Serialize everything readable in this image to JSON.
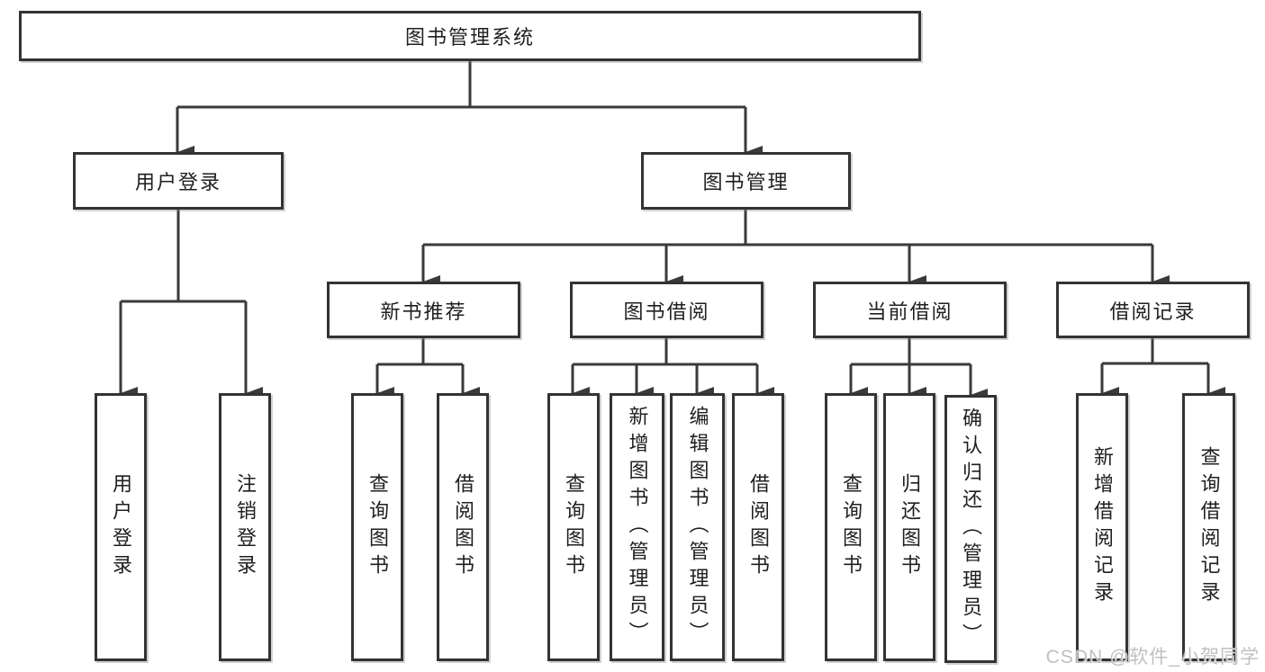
{
  "diagram": {
    "title": "图书管理系统",
    "type": "hierarchy-tree",
    "colors": {
      "line": "#3a3a3a",
      "box_border": "#333333",
      "box_fill": "#ffffff",
      "text": "#1f1f1f",
      "watermark": "#b9b9b9",
      "background": "#ffffff"
    }
  },
  "nodes": [
    {
      "id": "root",
      "label": "图书管理系统",
      "level": 1
    },
    {
      "id": "user-login",
      "label": "用户登录",
      "level": 2,
      "parent": "root"
    },
    {
      "id": "book-management",
      "label": "图书管理",
      "level": 2,
      "parent": "root"
    },
    {
      "id": "new-book-recommend",
      "label": "新书推荐",
      "level": 3,
      "parent": "book-management"
    },
    {
      "id": "book-borrow",
      "label": "图书借阅",
      "level": 3,
      "parent": "book-management"
    },
    {
      "id": "current-borrow",
      "label": "当前借阅",
      "level": 3,
      "parent": "book-management"
    },
    {
      "id": "borrow-record",
      "label": "借阅记录",
      "level": 3,
      "parent": "book-management"
    },
    {
      "id": "leaf-user-login",
      "label": "用户登录",
      "level": 4,
      "parent": "user-login"
    },
    {
      "id": "leaf-logout",
      "label": "注销登录",
      "level": 4,
      "parent": "user-login"
    },
    {
      "id": "leaf-query-book-1",
      "label": "查询图书",
      "level": 4,
      "parent": "new-book-recommend"
    },
    {
      "id": "leaf-borrow-book-1",
      "label": "借阅图书",
      "level": 4,
      "parent": "new-book-recommend"
    },
    {
      "id": "leaf-query-book-2",
      "label": "查询图书",
      "level": 4,
      "parent": "book-borrow"
    },
    {
      "id": "leaf-add-book",
      "label": "新增图书（管理员）",
      "level": 4,
      "parent": "book-borrow"
    },
    {
      "id": "leaf-edit-book",
      "label": "编辑图书（管理员）",
      "level": 4,
      "parent": "book-borrow"
    },
    {
      "id": "leaf-borrow-book-2",
      "label": "借阅图书",
      "level": 4,
      "parent": "book-borrow"
    },
    {
      "id": "leaf-query-book-3",
      "label": "查询图书",
      "level": 4,
      "parent": "current-borrow"
    },
    {
      "id": "leaf-return-book",
      "label": "归还图书",
      "level": 4,
      "parent": "current-borrow"
    },
    {
      "id": "leaf-confirm-return",
      "label": "确认归还（管理员）",
      "level": 4,
      "parent": "current-borrow"
    },
    {
      "id": "leaf-add-record",
      "label": "新增借阅记录",
      "level": 4,
      "parent": "borrow-record"
    },
    {
      "id": "leaf-query-record",
      "label": "查询借阅记录",
      "level": 4,
      "parent": "borrow-record"
    }
  ],
  "watermark": {
    "text": "CSDN @软件_小贺同学"
  }
}
